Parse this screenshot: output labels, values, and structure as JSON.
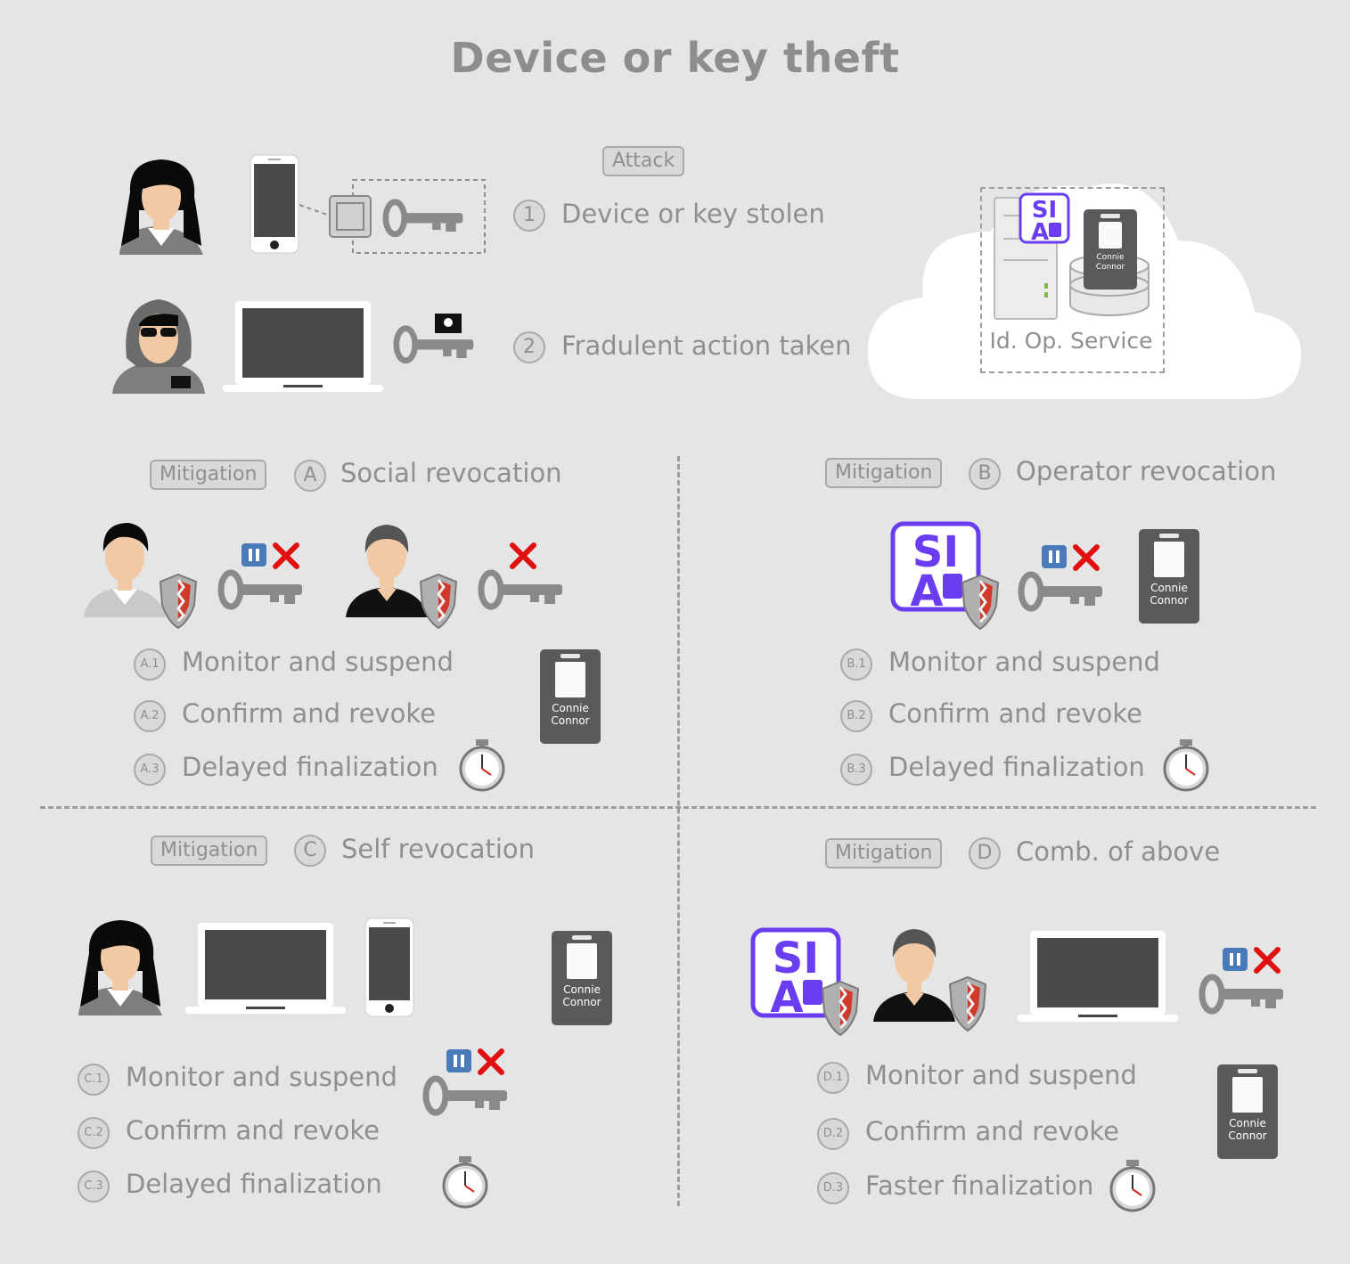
{
  "title": "Device or key theft",
  "attack": {
    "tag": "Attack",
    "steps": [
      {
        "num": "1",
        "label": "Device or key stolen"
      },
      {
        "num": "2",
        "label": "Fradulent action taken"
      }
    ]
  },
  "service": {
    "label": "Id. Op. Service",
    "logo_top": "SI",
    "logo_bottom": "A",
    "badge_first": "Connie",
    "badge_last": "Connor"
  },
  "mitigations": [
    {
      "tag": "Mitigation",
      "letter": "A",
      "title": "Social revocation",
      "steps": [
        {
          "num": "A.1",
          "label": "Monitor and suspend"
        },
        {
          "num": "A.2",
          "label": "Confirm and revoke"
        },
        {
          "num": "A.3",
          "label": "Delayed finalization"
        }
      ]
    },
    {
      "tag": "Mitigation",
      "letter": "B",
      "title": "Operator revocation",
      "steps": [
        {
          "num": "B.1",
          "label": "Monitor and suspend"
        },
        {
          "num": "B.2",
          "label": "Confirm and revoke"
        },
        {
          "num": "B.3",
          "label": "Delayed finalization"
        }
      ]
    },
    {
      "tag": "Mitigation",
      "letter": "C",
      "title": "Self revocation",
      "steps": [
        {
          "num": "C.1",
          "label": "Monitor and suspend"
        },
        {
          "num": "C.2",
          "label": "Confirm and revoke"
        },
        {
          "num": "C.3",
          "label": "Delayed finalization"
        }
      ]
    },
    {
      "tag": "Mitigation",
      "letter": "D",
      "title": "Comb. of above",
      "steps": [
        {
          "num": "D.1",
          "label": "Monitor and suspend"
        },
        {
          "num": "D.2",
          "label": "Confirm and revoke"
        },
        {
          "num": "D.3",
          "label": "Faster finalization"
        }
      ]
    }
  ],
  "badge": {
    "first": "Connie",
    "last": "Connor"
  },
  "colors": {
    "background": "#e5e5e5",
    "text": "#8f8f8f",
    "brand": "#6a3df0",
    "revoke": "#e01010",
    "pause": "#4a7ab8"
  }
}
